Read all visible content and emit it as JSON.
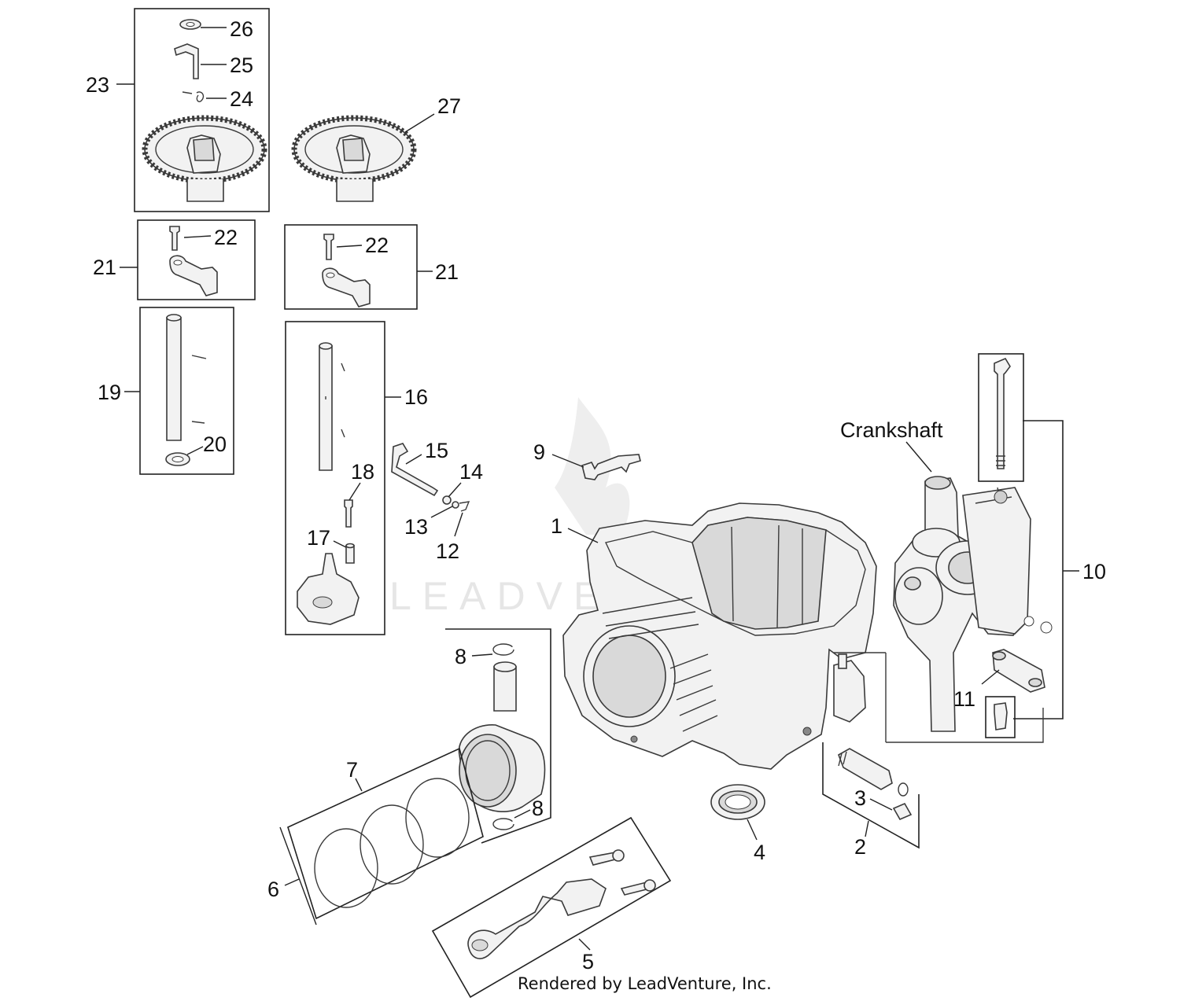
{
  "watermark": "LEADVENTURE",
  "credit": "Rendered by LeadVenture, Inc.",
  "callouts": {
    "c1": "1",
    "c2": "2",
    "c3": "3",
    "c4": "4",
    "c5": "5",
    "c6": "6",
    "c7": "7",
    "c8a": "8",
    "c8b": "8",
    "c9": "9",
    "c10": "10",
    "c11": "11",
    "c12": "12",
    "c13": "13",
    "c14": "14",
    "c15": "15",
    "c16": "16",
    "c17": "17",
    "c18": "18",
    "c19": "19",
    "c20": "20",
    "c21a": "21",
    "c21b": "21",
    "c22a": "22",
    "c22b": "22",
    "c23": "23",
    "c24": "24",
    "c25": "25",
    "c26": "26",
    "c27": "27",
    "crankshaft": "Crankshaft"
  }
}
